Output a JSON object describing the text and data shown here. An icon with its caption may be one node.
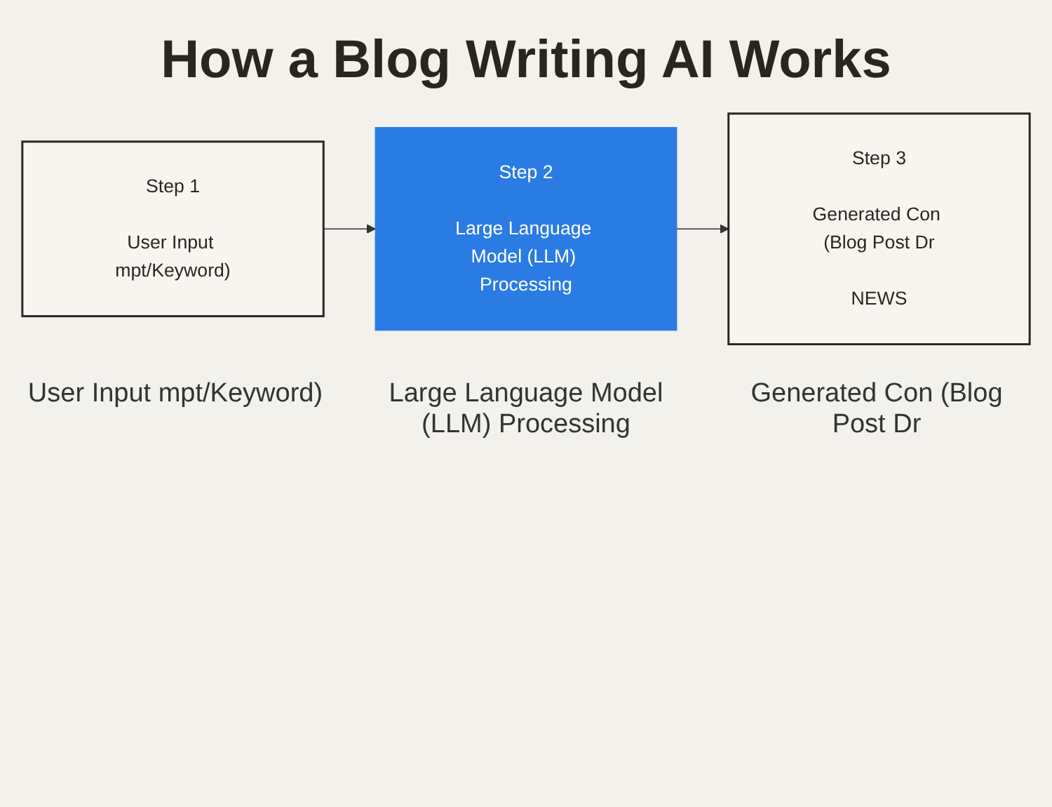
{
  "diagram": {
    "title": "How a Blog Writing AI Works",
    "nodes": [
      {
        "text": [
          "Step 1",
          "User Input mpt/Keyword)"
        ],
        "beside": [
          "User Input mpt/Keyword)"
        ]
      },
      {
        "text": [
          "Step 2",
          "Large Language Model (LLM) Processing"
        ],
        "beside": [
          "Large Language Model (LLM) Processing"
        ]
      },
      {
        "text": [
          "Step 3",
          "Generated Con (Blog Post Dr",
          "NEWS"
        ],
        "beside": [
          "Generated Con (Blog Post Dr"
        ]
      }
    ],
    "edges": [
      {
        "from": 0,
        "to": 1,
        "arrow": "to"
      },
      {
        "from": 1,
        "to": 2,
        "arrow": "to"
      }
    ]
  }
}
